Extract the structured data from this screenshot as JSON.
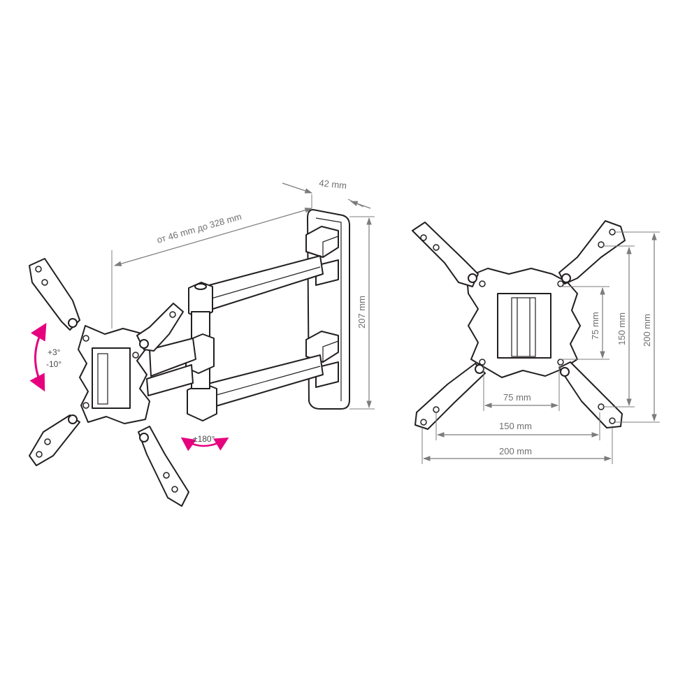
{
  "accent_color": "#e6007e",
  "line_color": "#231f20",
  "dimension_color": "#7c7c7c",
  "left_view": {
    "extension_label": "от 46 mm до 328 mm",
    "depth_label": "42 mm",
    "height_label": "207 mm",
    "tilt_up_label": "+3°",
    "tilt_down_label": "-10°",
    "swivel_label": "±180°"
  },
  "right_view": {
    "vesa_inner_v_label": "75 mm",
    "vesa_mid_v_label": "150 mm",
    "vesa_outer_v_label": "200 mm",
    "vesa_inner_h_label": "75 mm",
    "vesa_mid_h_label": "150 mm",
    "vesa_outer_h_label": "200 mm"
  }
}
